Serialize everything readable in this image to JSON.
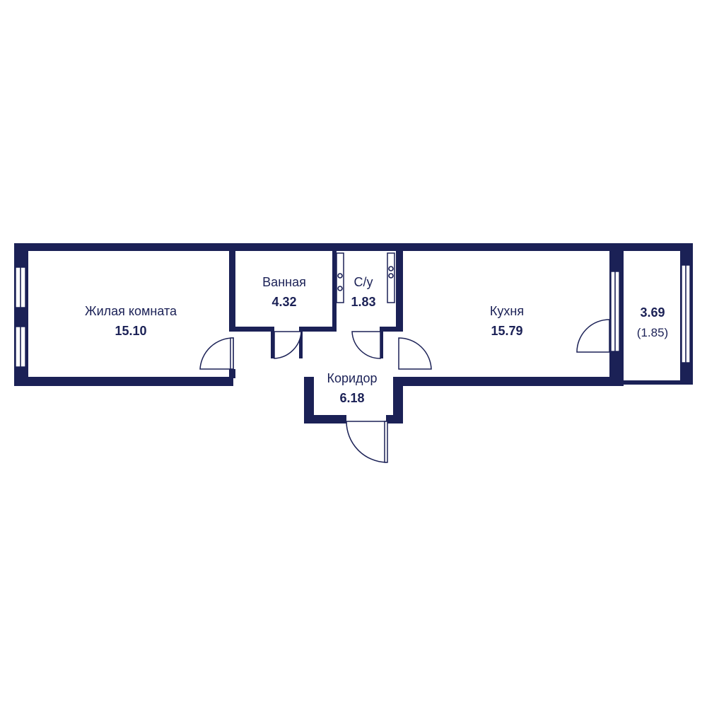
{
  "rooms": [
    {
      "id": "living",
      "name": "Жилая комната",
      "area": "15.10"
    },
    {
      "id": "bath",
      "name": "Ванная",
      "area": "4.32"
    },
    {
      "id": "wc",
      "name": "С/у",
      "area": "1.83"
    },
    {
      "id": "kitchen",
      "name": "Кухня",
      "area": "15.79"
    },
    {
      "id": "corridor",
      "name": "Коридор",
      "area": "6.18"
    },
    {
      "id": "balcony",
      "name": "",
      "area": "3.69",
      "reduced_area": "(1.85)"
    }
  ],
  "colors": {
    "wall": "#1b2156",
    "background": "#ffffff"
  }
}
